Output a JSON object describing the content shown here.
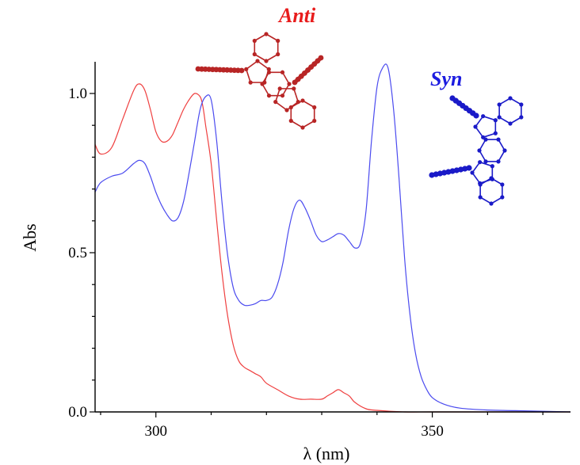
{
  "chart_data": {
    "type": "line",
    "title": "",
    "xlabel": "λ (nm)",
    "ylabel": "Abs",
    "xlim": [
      289,
      375
    ],
    "ylim": [
      0,
      1.1
    ],
    "x_ticks": [
      300,
      350
    ],
    "x_tick_labels": [
      "300",
      "350"
    ],
    "y_ticks": [
      0.0,
      0.5,
      1.0
    ],
    "y_tick_labels": [
      "0.0",
      "0.5",
      "1.0"
    ],
    "grid": false,
    "legend": "none",
    "series": [
      {
        "name": "Anti",
        "color": "#ef4040",
        "x": [
          289,
          290,
          292,
          294,
          296,
          297,
          298,
          299,
          300,
          301,
          302,
          303,
          304,
          305,
          306,
          307,
          308,
          308.5,
          309,
          310,
          311,
          312,
          313,
          314,
          315,
          316,
          317,
          318,
          319,
          320,
          322,
          324,
          326,
          328,
          330,
          331,
          332,
          333,
          334,
          335,
          336,
          338,
          340,
          345,
          350,
          360,
          375
        ],
        "y": [
          0.84,
          0.81,
          0.83,
          0.92,
          1.01,
          1.03,
          1.01,
          0.95,
          0.88,
          0.85,
          0.85,
          0.87,
          0.91,
          0.95,
          0.98,
          1.0,
          0.99,
          0.96,
          0.9,
          0.78,
          0.6,
          0.43,
          0.3,
          0.21,
          0.16,
          0.14,
          0.13,
          0.12,
          0.11,
          0.09,
          0.07,
          0.05,
          0.04,
          0.04,
          0.04,
          0.05,
          0.06,
          0.07,
          0.06,
          0.05,
          0.03,
          0.01,
          0.005,
          0.0,
          0.0,
          0.0,
          0.0
        ]
      },
      {
        "name": "Syn",
        "color": "#4b4bef",
        "x": [
          289,
          290,
          292,
          294,
          296,
          297,
          298,
          299,
          300,
          301,
          302,
          303,
          304,
          305,
          306,
          307,
          308,
          309,
          310,
          311,
          312,
          313,
          314,
          315,
          316,
          317,
          318,
          319,
          320,
          321,
          322,
          323,
          324,
          325,
          326,
          327,
          328,
          329,
          330,
          331,
          332,
          333,
          334,
          335,
          336,
          337,
          338,
          339,
          340,
          341,
          342,
          343,
          344,
          345,
          346,
          347,
          348,
          349,
          350,
          352,
          355,
          360,
          365,
          375
        ],
        "y": [
          0.69,
          0.72,
          0.74,
          0.75,
          0.78,
          0.79,
          0.78,
          0.74,
          0.69,
          0.65,
          0.62,
          0.6,
          0.61,
          0.66,
          0.75,
          0.85,
          0.95,
          0.99,
          0.98,
          0.85,
          0.65,
          0.49,
          0.39,
          0.35,
          0.335,
          0.335,
          0.34,
          0.35,
          0.35,
          0.36,
          0.4,
          0.47,
          0.57,
          0.64,
          0.665,
          0.64,
          0.6,
          0.555,
          0.535,
          0.54,
          0.55,
          0.56,
          0.555,
          0.535,
          0.515,
          0.53,
          0.63,
          0.85,
          1.02,
          1.08,
          1.08,
          0.95,
          0.73,
          0.48,
          0.3,
          0.18,
          0.11,
          0.07,
          0.045,
          0.025,
          0.012,
          0.006,
          0.004,
          0.0
        ]
      }
    ]
  }
}
